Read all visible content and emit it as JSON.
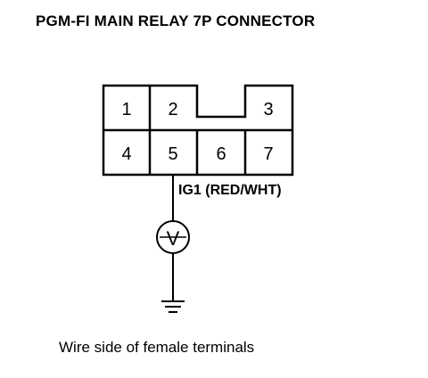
{
  "title": "PGM-FI MAIN RELAY 7P CONNECTOR",
  "connector": {
    "pins": [
      "1",
      "2",
      "3",
      "4",
      "5",
      "6",
      "7"
    ]
  },
  "wire": {
    "label": "IG1 (RED/WHT)",
    "meter_symbol": "V"
  },
  "caption": "Wire side of female terminals",
  "icons": [
    "voltmeter-icon",
    "ground-icon"
  ]
}
